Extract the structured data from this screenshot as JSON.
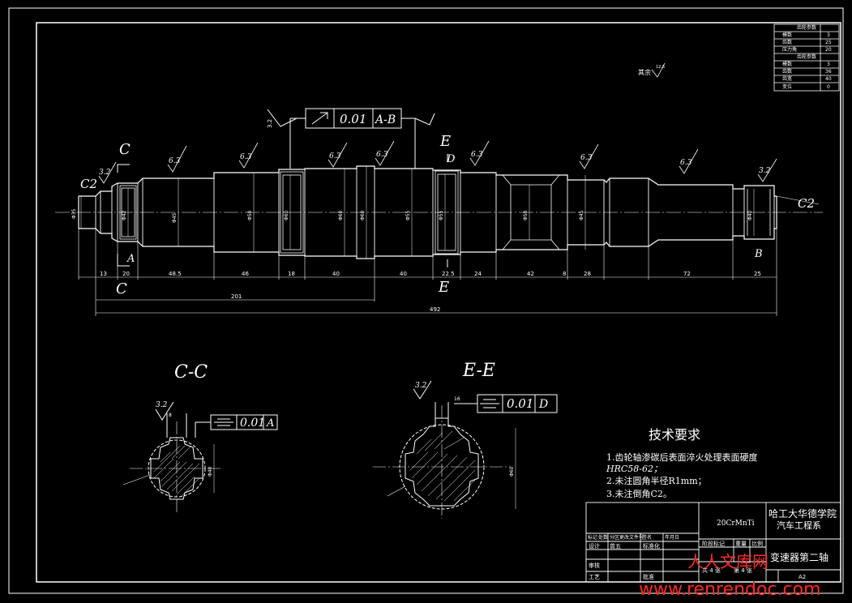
{
  "colors": {
    "background": "#000000",
    "line": "#ffffff",
    "watermark": "#ff2a2a"
  },
  "roughness_note": "其余",
  "roughness_note_value": "12.5",
  "tolerance_frame_main": {
    "value": "0.01",
    "datum": "A-B",
    "roughness": "3.2"
  },
  "section_marks": {
    "c": "C",
    "e": "E",
    "datum_a": "A",
    "datum_b": "B",
    "datum_d": "D"
  },
  "chamfer": "C2",
  "roughness_values": [
    "3.2",
    "6.3",
    "6.3",
    "6.3",
    "6.3",
    "6.3",
    "6.3",
    "6.3",
    "3.2"
  ],
  "length_dims": [
    "13",
    "20",
    "48.5",
    "46",
    "18",
    "40",
    "40",
    "22.5",
    "24",
    "42",
    "8",
    "28",
    "72",
    "25"
  ],
  "overall_dims": {
    "partial": "201",
    "total": "492"
  },
  "diameter_labels": [
    "Φ35",
    "Φ42",
    "Φ45",
    "Φ50",
    "Φ60",
    "Φ60",
    "Φ60",
    "Φ55",
    "Φ55",
    "Φ50",
    "Φ45",
    "Φ40"
  ],
  "section_cc": {
    "title": "C-C",
    "roughness": "3.2",
    "key_width": "8",
    "tolerance": "0.01",
    "datum": "A",
    "dia": "Φ40"
  },
  "section_ee": {
    "title": "E-E",
    "roughness": "3.2",
    "key_width": "16",
    "tolerance": "0.01",
    "datum": "D",
    "dia": "Φ60"
  },
  "tech_req": {
    "title": "技术要求",
    "items": [
      "1.齿轮轴渗碳后表面淬火处理表面硬度",
      "HRC58-62；",
      "2.未注圆角半径R1mm；",
      "3.未注倒角C2。"
    ]
  },
  "title_block": {
    "material": "20CrMnTi",
    "school": "哈工大华德学院",
    "department": "汽车工程系",
    "part_name": "变速器第二轴",
    "stage_label": "阶段标记",
    "weight_label": "重量",
    "scale_label": "比例",
    "sheets": "共 4 张",
    "sheet_no": "第 4 张",
    "row_labels": [
      "标记",
      "处数",
      "分区",
      "更改文件号",
      "签名",
      "年月日"
    ],
    "design_label": "设计",
    "designer": "曾五",
    "standard_label": "标准化",
    "review_label": "审核",
    "process_label": "工艺",
    "approve_label": "批准",
    "drawing_no": "A2"
  },
  "param_table": {
    "rows": [
      [
        "齿轮参数",
        ""
      ],
      [
        "模数",
        "3"
      ],
      [
        "齿数",
        "25"
      ],
      [
        "压力角",
        "20"
      ],
      [
        "齿轮参数",
        ""
      ],
      [
        "模数",
        "3"
      ],
      [
        "齿数",
        "36"
      ],
      [
        "齿宽",
        "40"
      ],
      [
        "变位",
        "0"
      ]
    ]
  },
  "watermark": {
    "cn": "人人文库网",
    "url": "www.renrendoc.com"
  }
}
